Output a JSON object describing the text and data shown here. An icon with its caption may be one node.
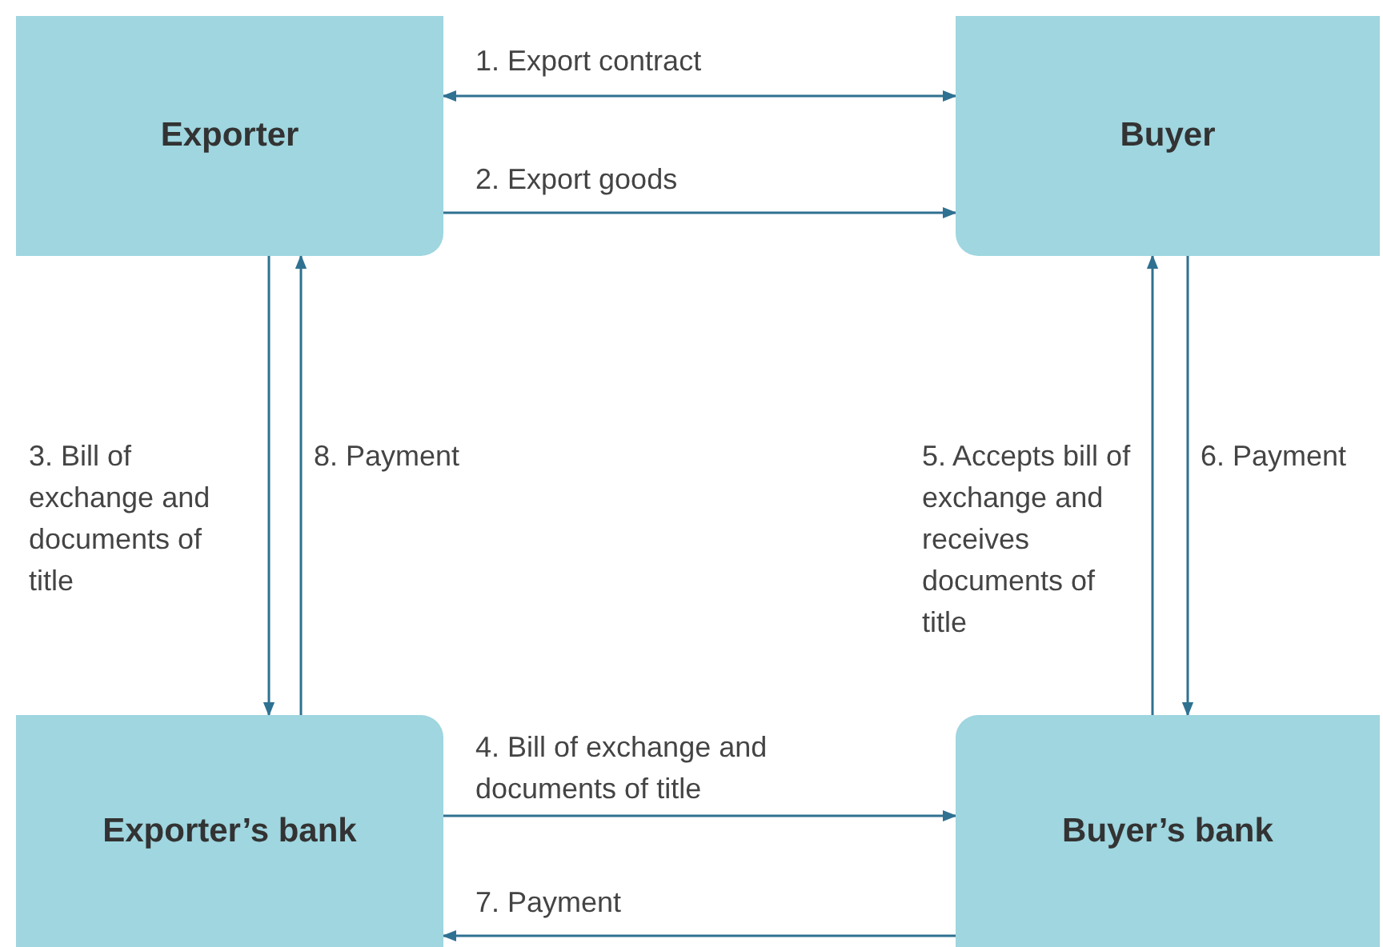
{
  "diagram": {
    "nodes": [
      {
        "text": [
          "Exporter"
        ]
      },
      {
        "text": [
          "Buyer"
        ]
      },
      {
        "text": [
          "Exporter’s bank"
        ]
      },
      {
        "text": [
          "Buyer’s bank"
        ]
      }
    ],
    "edges": [
      {
        "from": 0,
        "to": 1,
        "arrow": "both",
        "label": "1. Export contract"
      },
      {
        "from": 0,
        "to": 1,
        "arrow": "to",
        "label": "2. Export goods"
      },
      {
        "from": 0,
        "to": 2,
        "arrow": "to",
        "label": "3. Bill of exchange and documents of title"
      },
      {
        "from": 2,
        "to": 3,
        "arrow": "to",
        "label": "4. Bill of exchange and documents of title"
      },
      {
        "from": 3,
        "to": 1,
        "arrow": "to",
        "label": "5. Accepts bill of exchange and receives documents of title"
      },
      {
        "from": 1,
        "to": 3,
        "arrow": "to",
        "label": "6. Payment"
      },
      {
        "from": 3,
        "to": 2,
        "arrow": "to",
        "label": "7. Payment"
      },
      {
        "from": 2,
        "to": 0,
        "arrow": "to",
        "label": "8. Payment"
      }
    ]
  }
}
